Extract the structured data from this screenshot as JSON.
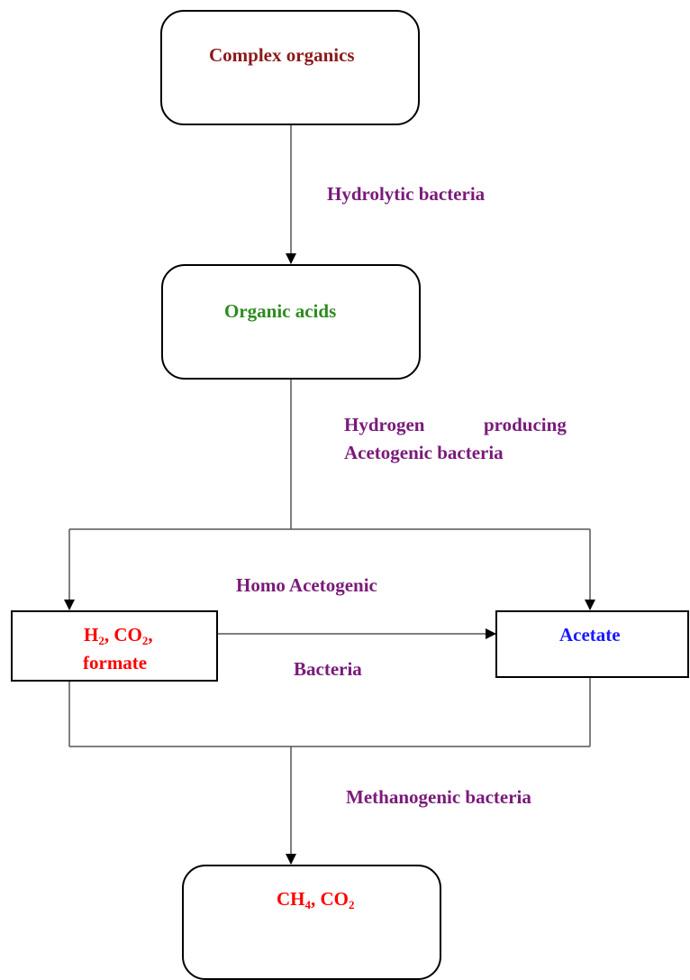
{
  "nodes": {
    "complex_organics": "Complex organics",
    "organic_acids": "Organic acids",
    "h2_line1_prefix": "H",
    "h2_line1_sub1": "2",
    "h2_line1_mid": ", CO",
    "h2_line1_sub2": "2",
    "h2_line1_suffix": ",",
    "h2_line2": "formate",
    "acetate": "Acetate",
    "ch4_prefix": "CH",
    "ch4_sub1": "4",
    "ch4_mid": ", CO",
    "ch4_sub2": "2"
  },
  "labels": {
    "hydrolytic": "Hydrolytic bacteria",
    "hydrogen_word1": "Hydrogen",
    "hydrogen_word2": "producing",
    "acetogenic": "Acetogenic bacteria",
    "homo": "Homo Acetogenic",
    "bacteria": "Bacteria",
    "methanogenic": "Methanogenic bacteria"
  },
  "colors": {
    "maroon": "#8b1a1a",
    "green": "#2e8b1f",
    "purple": "#7a1a7a",
    "red": "#ff0000",
    "blue": "#1a1aff",
    "line": "#555555"
  }
}
